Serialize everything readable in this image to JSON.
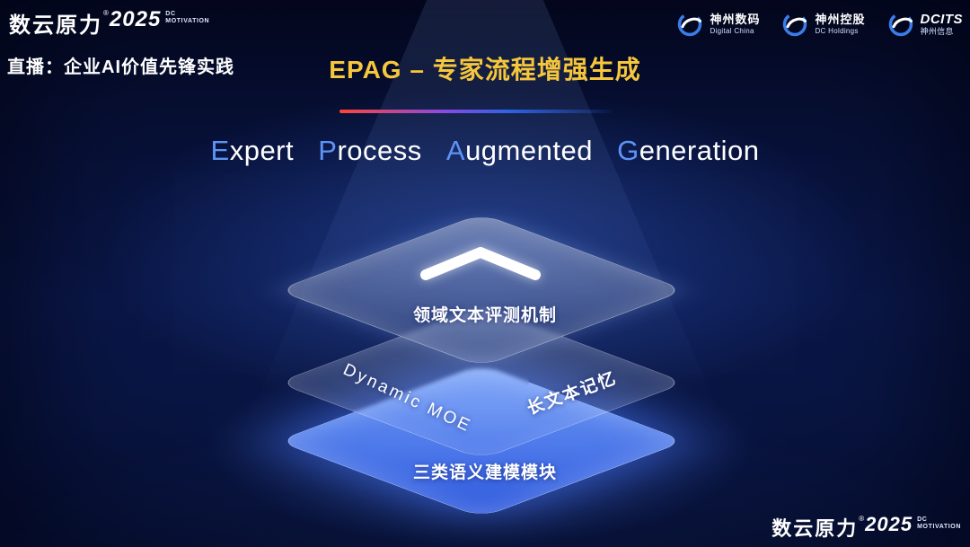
{
  "colors": {
    "background_navy": "#0a1748",
    "title_gold": "#f6c63c",
    "subtitle_initials_blue": "#5e93f5",
    "bottom_layer_blue": "#3f6fe0",
    "divider_red": "#ff4438",
    "divider_blue": "#2f62e6"
  },
  "header": {
    "brand": {
      "name": "数云原力",
      "reg": "®",
      "year": "2025",
      "tag_line1": "DC",
      "tag_line2": "MOTIVATION"
    },
    "live_label": "直播：企业AI价值先锋实践",
    "slide_title": "EPAG – 专家流程增强生成",
    "logos": [
      {
        "cn": "神州数码",
        "en": "Digital China"
      },
      {
        "cn": "神州控股",
        "en": "DC Holdings"
      },
      {
        "cn": "DCITS",
        "en": "神州信息"
      }
    ]
  },
  "subtitle": {
    "words": [
      {
        "initial": "E",
        "rest": "xpert"
      },
      {
        "initial": "P",
        "rest": "rocess"
      },
      {
        "initial": "A",
        "rest": "ugmented"
      },
      {
        "initial": "G",
        "rest": "eneration"
      }
    ]
  },
  "diagram": {
    "top_layer_label": "领域文本评测机制",
    "middle_layer_left_label": "Dynamic MOE",
    "middle_layer_right_label": "长文本记忆",
    "bottom_layer_label": "三类语义建模模块"
  },
  "footer": {
    "brand": {
      "name": "数云原力",
      "reg": "®",
      "year": "2025",
      "tag_line1": "DC",
      "tag_line2": "MOTIVATION"
    }
  }
}
